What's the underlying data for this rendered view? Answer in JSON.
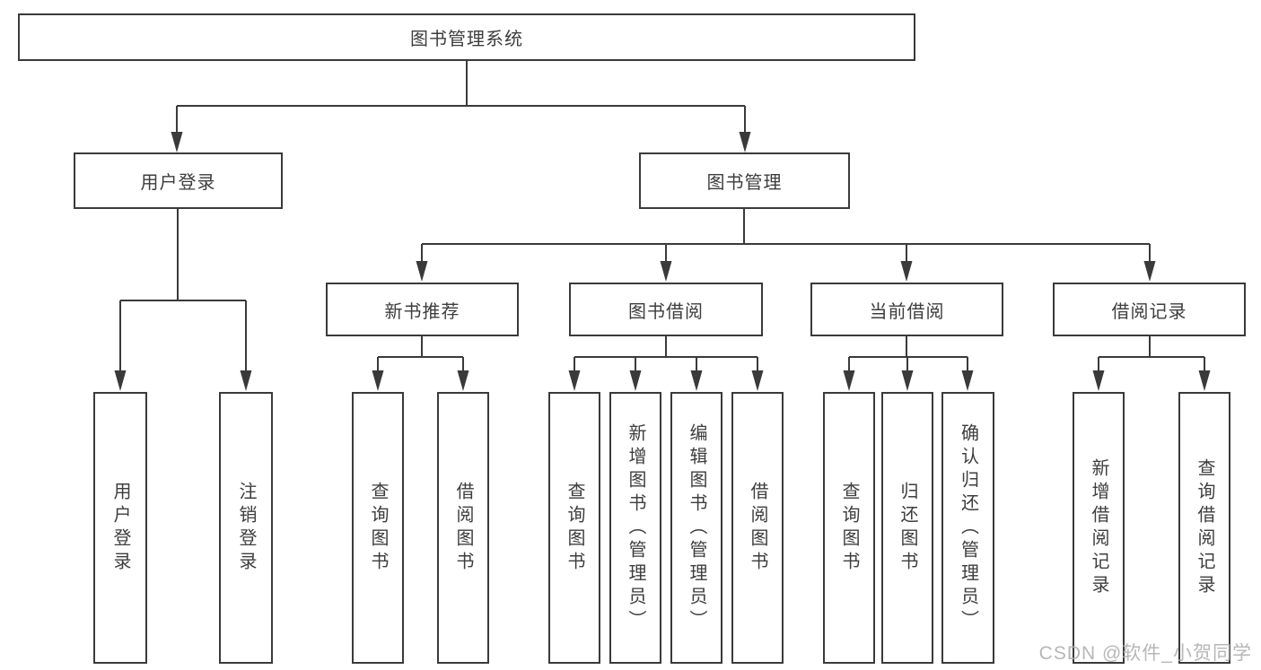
{
  "tree": {
    "root": {
      "label": "图书管理系统"
    },
    "branches": [
      {
        "label": "用户登录",
        "children": [
          {
            "label": "用户登录"
          },
          {
            "label": "注销登录"
          }
        ]
      },
      {
        "label": "图书管理",
        "children": [
          {
            "label": "新书推荐",
            "children": [
              {
                "label": "查询图书"
              },
              {
                "label": "借阅图书"
              }
            ]
          },
          {
            "label": "图书借阅",
            "children": [
              {
                "label": "查询图书"
              },
              {
                "label": "新增图书（管理员）"
              },
              {
                "label": "编辑图书（管理员）"
              },
              {
                "label": "借阅图书"
              }
            ]
          },
          {
            "label": "当前借阅",
            "children": [
              {
                "label": "查询图书"
              },
              {
                "label": "归还图书"
              },
              {
                "label": "确认归还（管理员）"
              }
            ]
          },
          {
            "label": "借阅记录",
            "children": [
              {
                "label": "新增借阅记录"
              },
              {
                "label": "查询借阅记录"
              }
            ]
          }
        ]
      }
    ]
  },
  "watermark": "CSDN @软件_小贺同学",
  "colors": {
    "line": "#3a3a3a",
    "box_border": "#3a3a3a",
    "text": "#3d3d3d",
    "background": "#ffffff",
    "watermark": "#afafaf"
  }
}
